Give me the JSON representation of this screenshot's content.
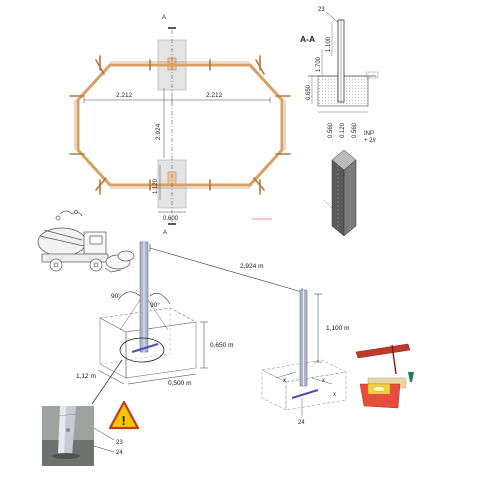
{
  "plan": {
    "section_mark_top": "A",
    "section_mark_bottom": "A",
    "dim_left_width": "2.212",
    "dim_right_width": "2.212",
    "dim_length": "2.924",
    "dim_block_depth": "1.120",
    "dim_block_width": "0.600"
  },
  "section": {
    "title": "A-A",
    "callout_number": "23",
    "dim_post_upper": "1.100",
    "dim_post_total": "1.700",
    "dim_embed": "0.650",
    "dim_base_left": "0.560",
    "dim_base_mid": "0.120",
    "dim_base_right": "0.560",
    "profile_label_line1": "INP",
    "profile_label_line2": "+ 2/r"
  },
  "perspective": {
    "span_label": "2,924 m",
    "angle_left": "90°",
    "angle_right": "90°",
    "depth_label": "0,650 m",
    "block_length_label": "1,12 m",
    "block_width_label": "0,500 m",
    "post_height_label": "1,100 m",
    "x_mark_1": "x",
    "x_mark_2": "x",
    "x_mark_3": "x",
    "callout_right": "24"
  },
  "photo": {
    "callout_1": "23",
    "callout_2": "24",
    "warning_symbol": "!"
  },
  "colors": {
    "timber": "#d9a066",
    "timber_stroke": "#b5773a",
    "concrete": "#e6e6e6",
    "steel": "#8c8fa8",
    "bracket": "#c0392b",
    "level_yellow": "#f4d03f",
    "warning_yellow": "#f7c600"
  }
}
